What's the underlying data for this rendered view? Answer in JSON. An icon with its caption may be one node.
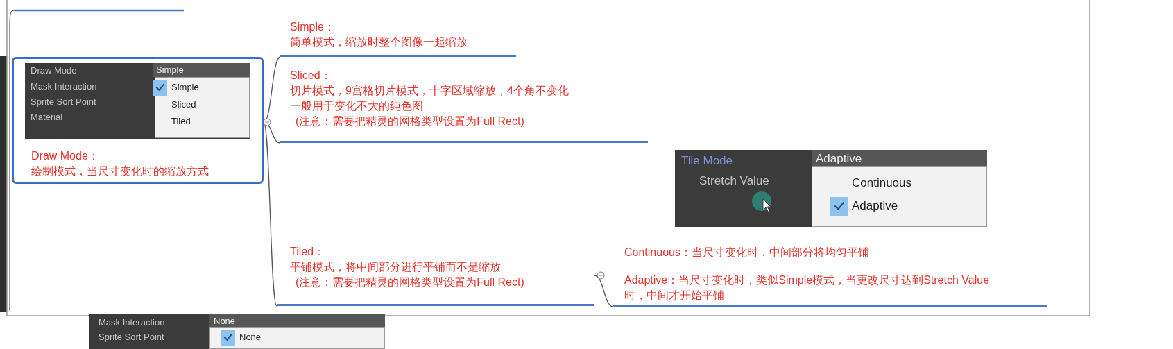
{
  "diagram": {
    "nodes": [
      {
        "text": [
          "Draw Mode：",
          "绘制模式，当尺寸变化时的缩放方式"
        ]
      },
      {
        "text": [
          "Simple：",
          "简单模式，缩放时整个图像一起缩放"
        ]
      },
      {
        "text": [
          "Sliced：",
          "切片模式，9宫格切片模式，十字区域缩放，4个角不变化",
          "一般用于变化不大的纯色图",
          "(注意：需要把精灵的网格类型设置为Full Rect)"
        ]
      },
      {
        "text": [
          "Tiled：",
          "平铺模式，将中间部分进行平铺而不是缩放",
          "(注意：需要把精灵的网格类型设置为Full Rect)"
        ]
      },
      {
        "text": [
          "Continuous：当尺寸变化时，中间部分将均匀平铺",
          "Adaptive：当尺寸变化时，类似Simple模式，当更改尺寸达到Stretch Value时，中间才开始平铺"
        ]
      }
    ],
    "edges": [
      {
        "from": 0,
        "to": 1,
        "arrow": "none"
      },
      {
        "from": 0,
        "to": 2,
        "arrow": "none"
      },
      {
        "from": 0,
        "to": 3,
        "arrow": "none"
      },
      {
        "from": 3,
        "to": 4,
        "arrow": "none"
      }
    ],
    "labels": [
      "Draw Mode",
      "Simple",
      "Mask Interaction",
      "Simple",
      "Sprite Sort Point",
      "Sliced",
      "Material",
      "Tiled",
      "Tile Mode",
      "Adaptive",
      "Stretch Value",
      "Continuous",
      "Adaptive",
      "Mask Interaction",
      "None",
      "Sprite Sort Point",
      "None"
    ]
  }
}
